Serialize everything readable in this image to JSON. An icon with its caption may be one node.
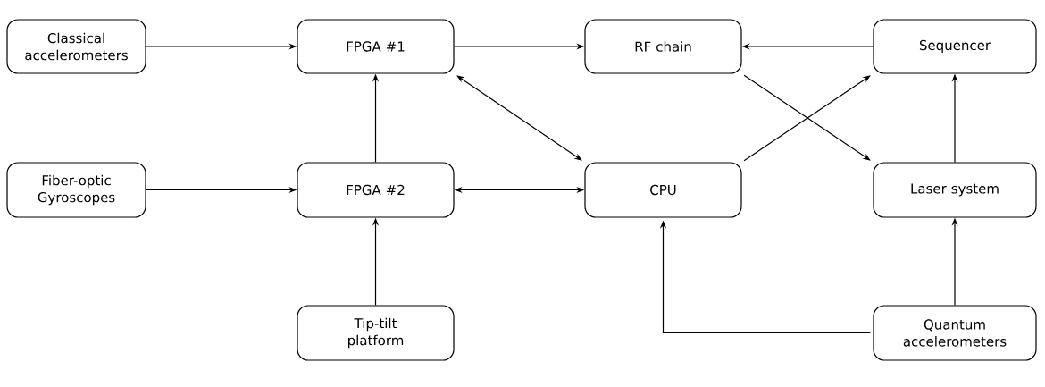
{
  "diagram": {
    "nodes": [
      {
        "text": [
          "Classical accelerometers"
        ]
      },
      {
        "text": [
          "FPGA #1"
        ]
      },
      {
        "text": [
          "RF chain"
        ]
      },
      {
        "text": [
          "Sequencer"
        ]
      },
      {
        "text": [
          "Fiber-optic Gyroscopes"
        ]
      },
      {
        "text": [
          "FPGA #2"
        ]
      },
      {
        "text": [
          "CPU"
        ]
      },
      {
        "text": [
          "Laser system"
        ]
      },
      {
        "text": [
          "Tip-tilt platform"
        ]
      },
      {
        "text": [
          "Quantum accelerometers"
        ]
      }
    ],
    "edges": [
      {
        "from": 0,
        "to": 1,
        "arrow": "to"
      },
      {
        "from": 1,
        "to": 2,
        "arrow": "to"
      },
      {
        "from": 3,
        "to": 2,
        "arrow": "to"
      },
      {
        "from": 5,
        "to": 1,
        "arrow": "to"
      },
      {
        "from": 1,
        "to": 6,
        "arrow": "both"
      },
      {
        "from": 6,
        "to": 3,
        "arrow": "to"
      },
      {
        "from": 2,
        "to": 7,
        "arrow": "to"
      },
      {
        "from": 7,
        "to": 3,
        "arrow": "to"
      },
      {
        "from": 4,
        "to": 5,
        "arrow": "to"
      },
      {
        "from": 5,
        "to": 6,
        "arrow": "both"
      },
      {
        "from": 8,
        "to": 5,
        "arrow": "to"
      },
      {
        "from": 9,
        "to": 7,
        "arrow": "to"
      },
      {
        "from": 9,
        "to": 6,
        "arrow": "to"
      }
    ]
  }
}
